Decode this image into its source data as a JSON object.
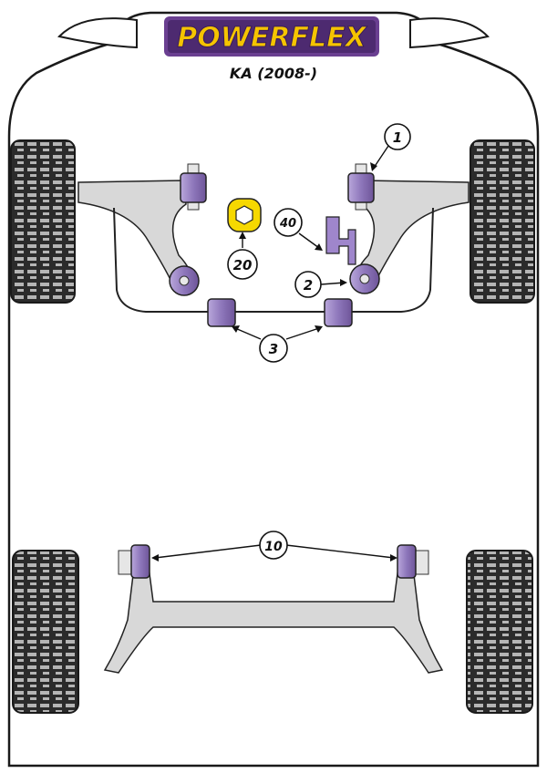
{
  "header": {
    "brand": "POWERFLEX",
    "model": "KA (2008-)"
  },
  "callouts": [
    {
      "id": "1",
      "label": "1"
    },
    {
      "id": "2",
      "label": "2"
    },
    {
      "id": "3",
      "label": "3"
    },
    {
      "id": "10",
      "label": "10"
    },
    {
      "id": "20",
      "label": "20"
    },
    {
      "id": "40",
      "label": "40"
    }
  ],
  "colors": {
    "bush_purple": "#8f79b9",
    "bush_light": "#c7b9e2",
    "logo_yellow": "#f5c400",
    "logo_purple": "#6a3f91",
    "yellow_part": "#f6d800",
    "arm_grey": "#d5d5d5",
    "tyre_grey": "#9a9a9a"
  }
}
